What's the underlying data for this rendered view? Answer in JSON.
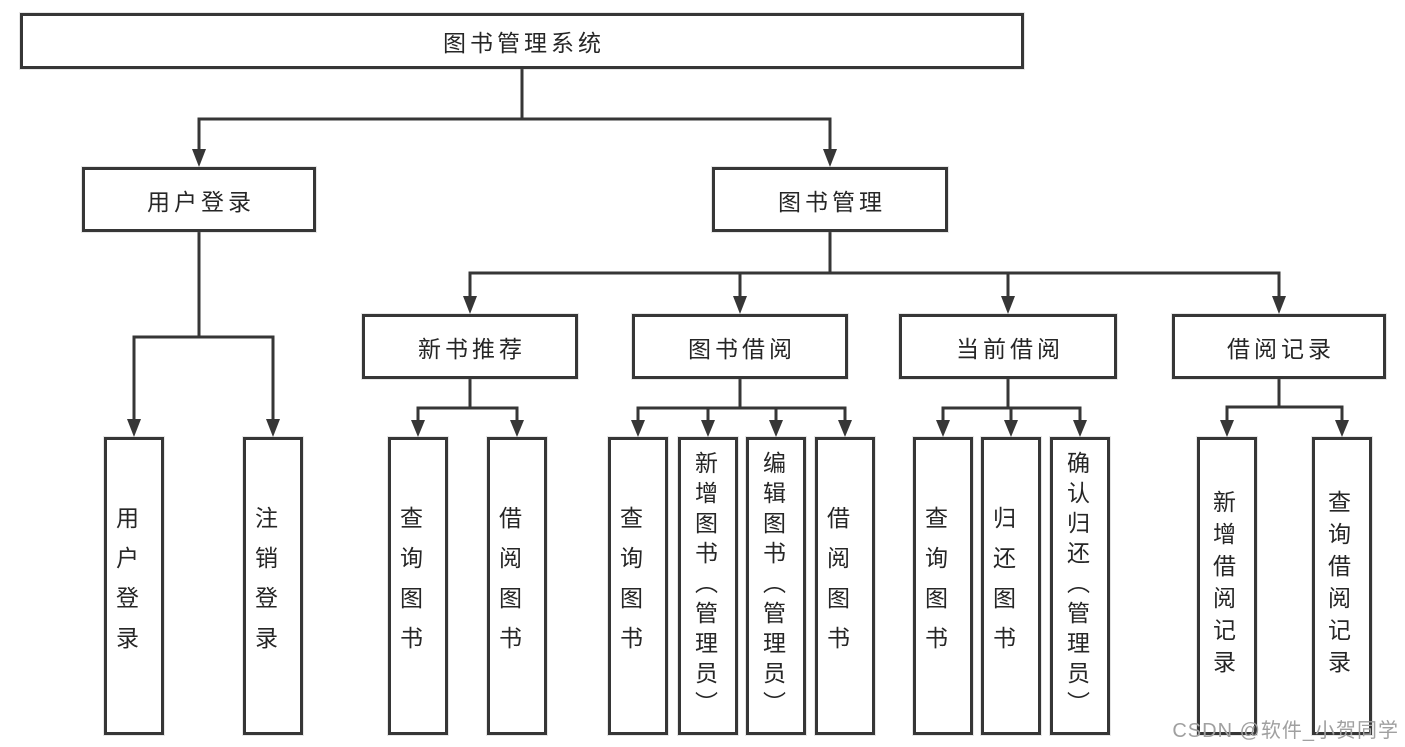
{
  "watermark": {
    "text": "CSDN @软件_小贺同学"
  },
  "colors": {
    "line": "#363636",
    "box_border": "#363636",
    "text": "#262626",
    "background": "#ffffff",
    "watermark": "#a0a0a0"
  },
  "diagram": {
    "type": "hierarchy",
    "root": {
      "label": "图书管理系统"
    },
    "children": [
      {
        "label": "用户登录",
        "children": [
          {
            "label": "用户登录"
          },
          {
            "label": "注销登录"
          }
        ]
      },
      {
        "label": "图书管理",
        "children": [
          {
            "label": "新书推荐",
            "children": [
              {
                "label": "查询图书"
              },
              {
                "label": "借阅图书"
              }
            ]
          },
          {
            "label": "图书借阅",
            "children": [
              {
                "label": "查询图书"
              },
              {
                "label": "新增图书（管理员）"
              },
              {
                "label": "编辑图书（管理员）"
              },
              {
                "label": "借阅图书"
              }
            ]
          },
          {
            "label": "当前借阅",
            "children": [
              {
                "label": "查询图书"
              },
              {
                "label": "归还图书"
              },
              {
                "label": "确认归还（管理员）"
              }
            ]
          },
          {
            "label": "借阅记录",
            "children": [
              {
                "label": "新增借阅记录"
              },
              {
                "label": "查询借阅记录"
              }
            ]
          }
        ]
      }
    ]
  }
}
